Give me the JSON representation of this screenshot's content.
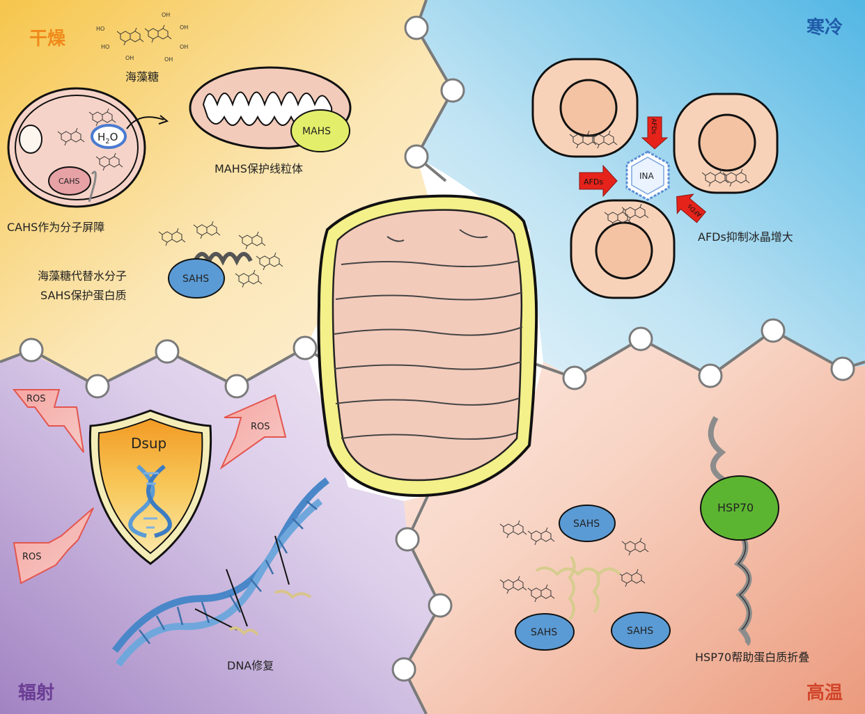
{
  "quadrants": {
    "drought": "干燥",
    "cold": "寒冷",
    "radiation": "辐射",
    "heat": "高温"
  },
  "drought": {
    "trehalose_label": "海藻糖",
    "water_label": "H",
    "water_sub": "2",
    "water_o": "O",
    "cahs_blob": "CAHS",
    "cahs_caption": "CAHS作为分子屏障",
    "mahs_blob": "MAHS",
    "mahs_caption": "MAHS保护线粒体",
    "sahs_blob": "SAHS",
    "caption_line1": "海藻糖代替水分子",
    "caption_line2": "SAHS保护蛋白质"
  },
  "cold": {
    "ina_label": "INA",
    "afd_label": "AFDs",
    "caption": "AFDs抑制冰晶增大"
  },
  "radiation": {
    "ros_label": "ROS",
    "dsup_label": "Dsup",
    "dna_caption": "DNA修复"
  },
  "heat": {
    "sahs_label": "SAHS",
    "hsp70_label": "HSP70",
    "caption": "HSP70帮助蛋白质折叠"
  },
  "chem": {
    "oh": "OH",
    "ho": "HO",
    "h": "H"
  },
  "colors": {
    "drought_title": "#f08a1c",
    "cold_title": "#1f5aa8",
    "radiation_title": "#6a3c94",
    "heat_title": "#d2452a",
    "sahs_blue": "#5b9bd5",
    "mahs_yellow": "#e3ee6a",
    "hsp70_green": "#5cb531",
    "cahs_pink": "#e7a2a6",
    "afd_red": "#e5231b"
  }
}
